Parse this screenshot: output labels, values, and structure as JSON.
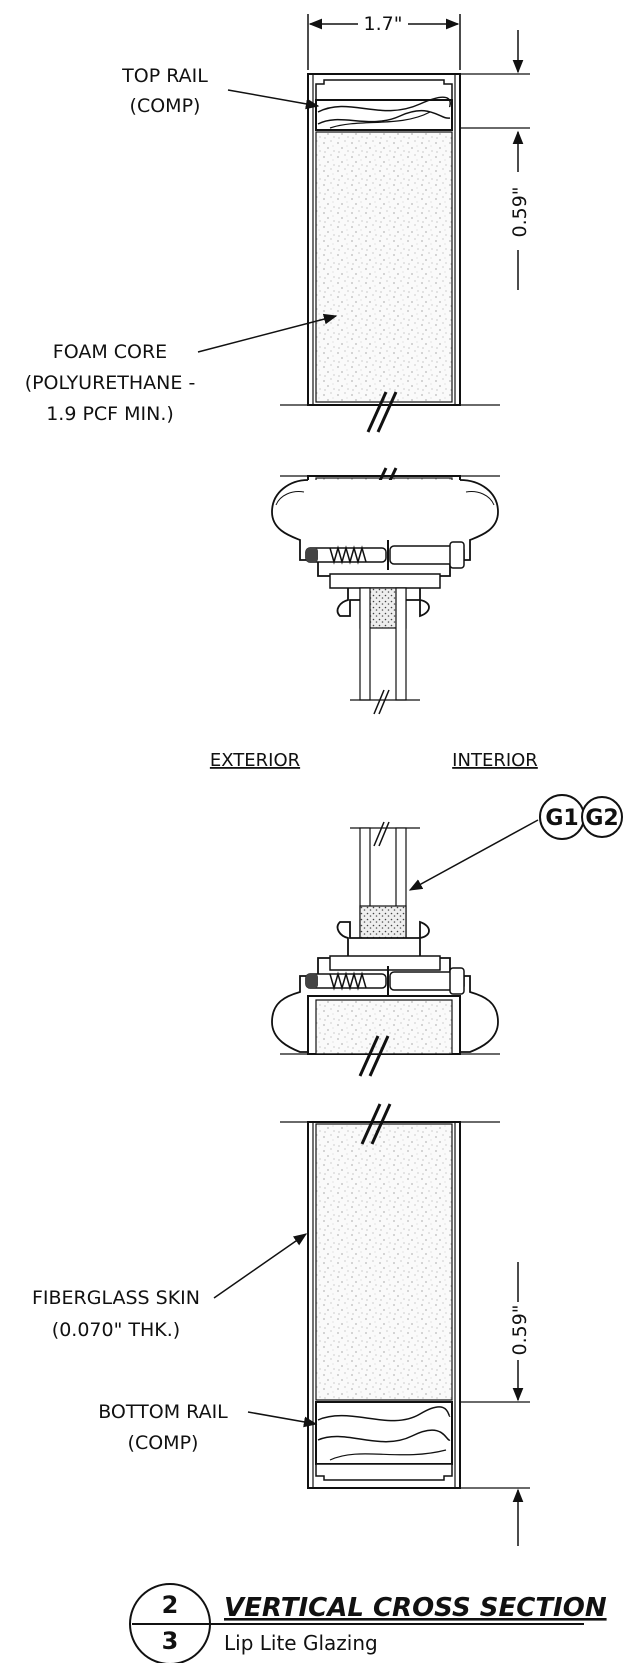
{
  "dimensions": {
    "width_label": "1.7\"",
    "top_rail_dim": "0.59\"",
    "bottom_rail_dim": "0.59\""
  },
  "labels": {
    "top_rail": [
      "TOP RAIL",
      "(COMP)"
    ],
    "foam_core": [
      "FOAM CORE",
      "(POLYURETHANE -",
      "1.9 PCF MIN.)"
    ],
    "fiberglass_skin": [
      "FIBERGLASS SKIN",
      "(0.070\" THK.)"
    ],
    "bottom_rail": [
      "BOTTOM RAIL",
      "(COMP)"
    ],
    "exterior": "EXTERIOR",
    "interior": "INTERIOR",
    "glass_tags": [
      "G1",
      "G2"
    ]
  },
  "title_block": {
    "detail_number": "2",
    "sheet_number": "3",
    "title": "VERTICAL CROSS SECTION",
    "subtitle": "Lip Lite Glazing"
  }
}
